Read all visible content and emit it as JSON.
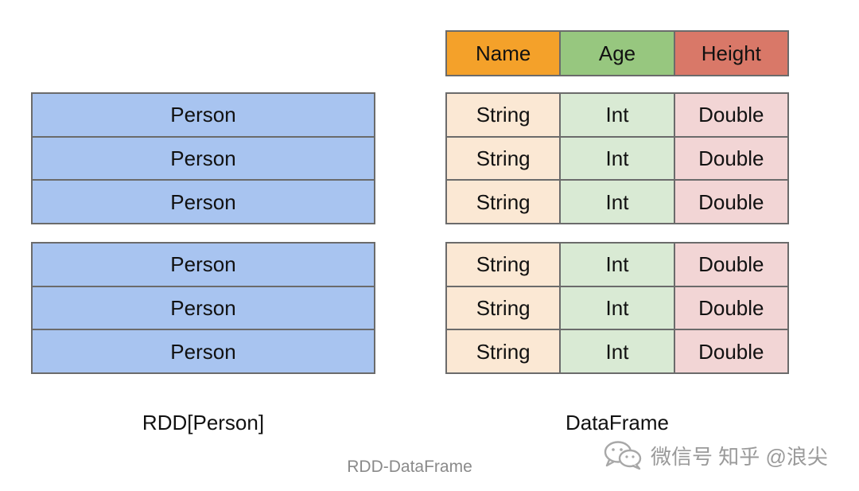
{
  "header": {
    "columns": [
      "Name",
      "Age",
      "Height"
    ]
  },
  "rdd": {
    "groups": [
      [
        "Person",
        "Person",
        "Person"
      ],
      [
        "Person",
        "Person",
        "Person"
      ]
    ],
    "label": "RDD[Person]"
  },
  "dataframe": {
    "groups": [
      [
        [
          "String",
          "Int",
          "Double"
        ],
        [
          "String",
          "Int",
          "Double"
        ],
        [
          "String",
          "Int",
          "Double"
        ]
      ],
      [
        [
          "String",
          "Int",
          "Double"
        ],
        [
          "String",
          "Int",
          "Double"
        ],
        [
          "String",
          "Int",
          "Double"
        ]
      ]
    ],
    "label": "DataFrame"
  },
  "figure_caption": "RDD-DataFrame",
  "watermark": {
    "icon": "wechat-icon",
    "text": "微信号 知乎 @浪尖"
  },
  "colors": {
    "person": "#a8c4f0",
    "name": "#f4a12a",
    "age": "#97c77f",
    "height": "#d97868",
    "string": "#fbe8d4",
    "int": "#d9ead4",
    "double": "#f2d5d5",
    "border": "#6b6b6b"
  }
}
